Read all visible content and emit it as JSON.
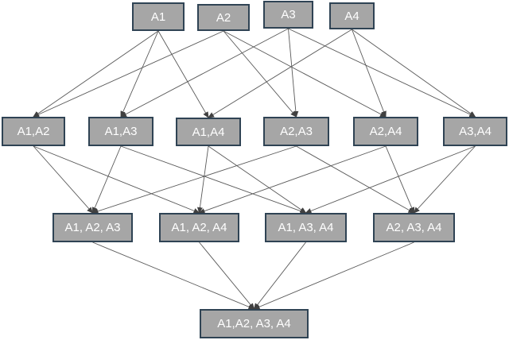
{
  "nodes": {
    "a1": "A1",
    "a2": "A2",
    "a3": "A3",
    "a4": "A4",
    "a1a2": "A1,A2",
    "a1a3": "A1,A3",
    "a1a4": "A1,A4",
    "a2a3": "A2,A3",
    "a2a4": "A2,A4",
    "a3a4": "A3,A4",
    "a1a2a3": "A1, A2, A3",
    "a1a2a4": "A1, A2, A4",
    "a1a3a4": "A1, A3, A4",
    "a2a3a4": "A2, A3, A4",
    "all": "A1,A2, A3, A4"
  },
  "edges": [
    [
      "a1",
      "a1a2"
    ],
    [
      "a1",
      "a1a3"
    ],
    [
      "a1",
      "a1a4"
    ],
    [
      "a2",
      "a1a2"
    ],
    [
      "a2",
      "a2a3"
    ],
    [
      "a2",
      "a2a4"
    ],
    [
      "a3",
      "a1a3"
    ],
    [
      "a3",
      "a2a3"
    ],
    [
      "a3",
      "a3a4"
    ],
    [
      "a4",
      "a1a4"
    ],
    [
      "a4",
      "a2a4"
    ],
    [
      "a4",
      "a3a4"
    ],
    [
      "a1a2",
      "a1a2a3"
    ],
    [
      "a1a2",
      "a1a2a4"
    ],
    [
      "a1a3",
      "a1a2a3"
    ],
    [
      "a1a3",
      "a1a3a4"
    ],
    [
      "a1a4",
      "a1a2a4"
    ],
    [
      "a1a4",
      "a1a3a4"
    ],
    [
      "a2a3",
      "a1a2a3"
    ],
    [
      "a2a3",
      "a2a3a4"
    ],
    [
      "a2a4",
      "a1a2a4"
    ],
    [
      "a2a4",
      "a2a3a4"
    ],
    [
      "a3a4",
      "a1a3a4"
    ],
    [
      "a3a4",
      "a2a3a4"
    ],
    [
      "a1a2a3",
      "all"
    ],
    [
      "a1a2a4",
      "all"
    ],
    [
      "a1a3a4",
      "all"
    ],
    [
      "a2a3a4",
      "all"
    ]
  ],
  "colors": {
    "node_fill": "#a6a6a6",
    "node_border": "#2f4354",
    "node_text": "#ffffff",
    "edge": "#595959"
  }
}
